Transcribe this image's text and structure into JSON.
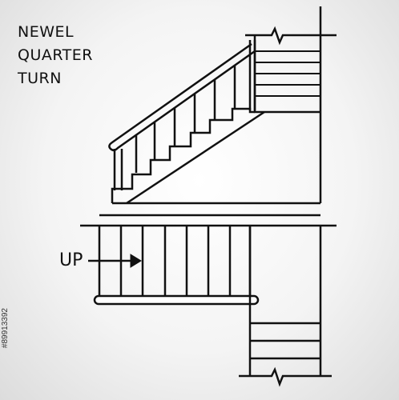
{
  "title": {
    "line1": "NEWEL",
    "line2": "QUARTER",
    "line3": "TURN"
  },
  "labels": {
    "direction": "UP"
  },
  "stock_id": "#89913392",
  "colors": {
    "line": "#111111",
    "background": "#ffffff"
  }
}
